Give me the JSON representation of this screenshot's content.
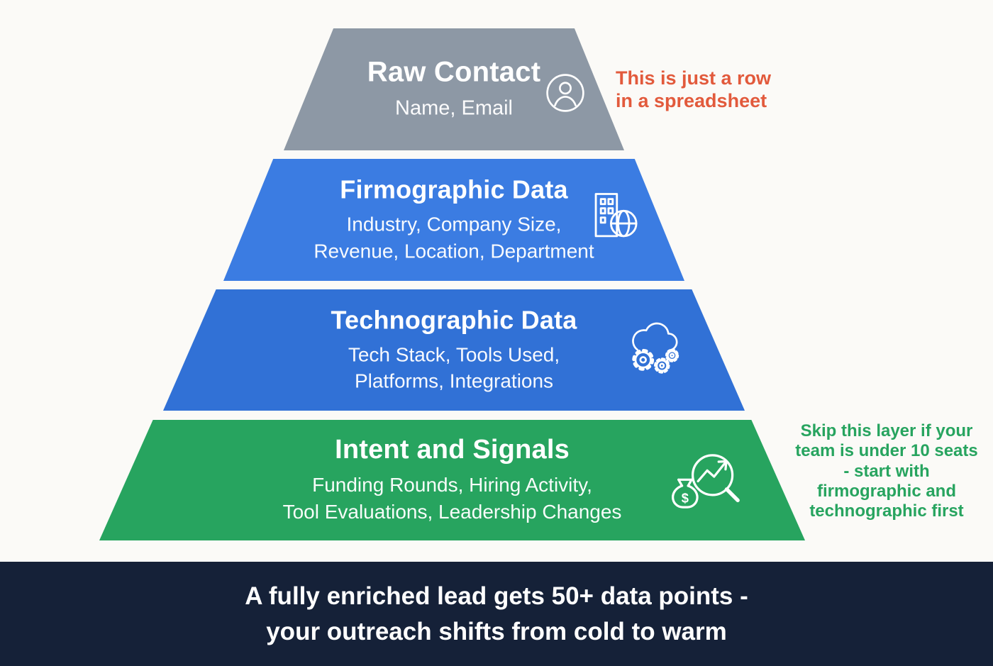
{
  "page": {
    "background": "#fbfaf7"
  },
  "pyramid": {
    "layers": [
      {
        "title": "Raw Contact",
        "subtitle_lines": [
          "Name, Email"
        ],
        "icon": "person-icon",
        "color": "#8d98a5"
      },
      {
        "title": "Firmographic Data",
        "subtitle_lines": [
          "Industry, Company Size,",
          "Revenue, Location, Department"
        ],
        "icon": "building-globe-icon",
        "color": "#3b7ce2"
      },
      {
        "title": "Technographic Data",
        "subtitle_lines": [
          "Tech Stack, Tools Used,",
          "Platforms, Integrations"
        ],
        "icon": "cloud-gears-icon",
        "color": "#3171d6"
      },
      {
        "title": "Intent and Signals",
        "subtitle_lines": [
          "Funding Rounds, Hiring Activity,",
          "Tool Evaluations, Leadership Changes"
        ],
        "icon": "money-chart-magnifier-icon",
        "color": "#27a45f"
      }
    ]
  },
  "annotations": {
    "spreadsheet_note": {
      "lines": [
        "This is just a row",
        "in a spreadsheet"
      ],
      "color": "#e25a3c"
    },
    "skip_layer_note": {
      "lines": [
        "Skip this layer if your",
        "team is under 10 seats",
        "- start with",
        "firmographic and",
        "technographic first"
      ],
      "color": "#27a45f"
    }
  },
  "icons": {
    "money_symbol": "$"
  },
  "footer": {
    "lines": [
      "A fully enriched lead gets 50+ data points -",
      "your outreach shifts from cold to warm"
    ],
    "background": "#152138"
  }
}
